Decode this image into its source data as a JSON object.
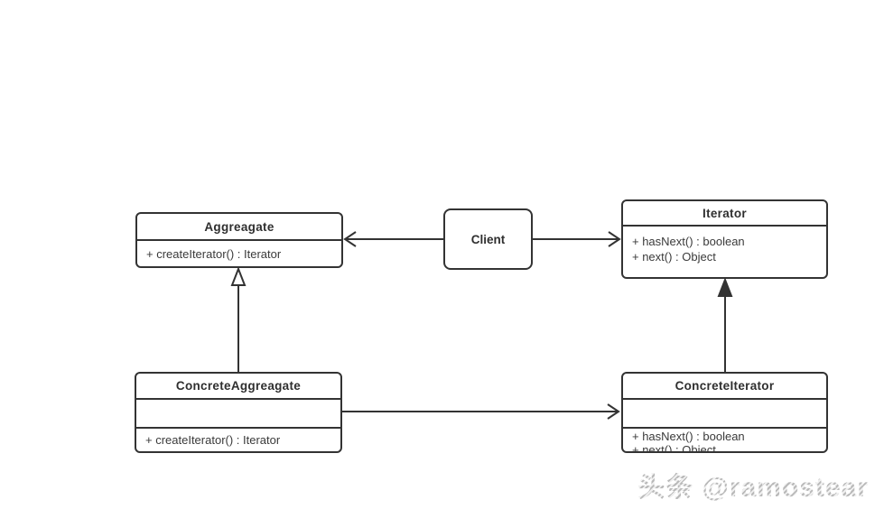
{
  "diagram": {
    "classes": {
      "aggregate": {
        "name": "Aggreagate",
        "methods": [
          "+ createIterator() : Iterator"
        ]
      },
      "client": {
        "name": "Client"
      },
      "iterator": {
        "name": "Iterator",
        "methods": [
          "+ hasNext() : boolean",
          "+ next() : Object"
        ]
      },
      "concrete_aggregate": {
        "name": "ConcreteAggreagate",
        "methods": [
          "+ createIterator() : Iterator"
        ]
      },
      "concrete_iterator": {
        "name": "ConcreteIterator",
        "methods": [
          "+ hasNext() : boolean",
          "+ next() : Object"
        ]
      }
    },
    "colors": {
      "line": "#333333",
      "background": "#ffffff",
      "watermark": "#bdbdbd"
    }
  },
  "watermark": {
    "text": "头条 @ramostear"
  }
}
